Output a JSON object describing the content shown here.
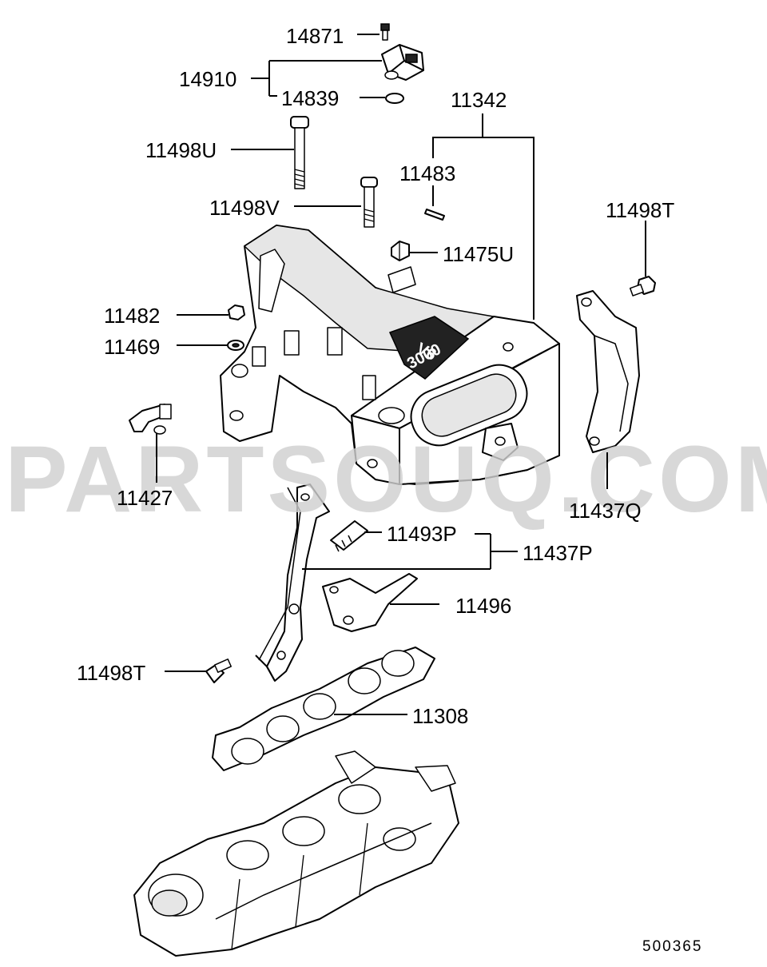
{
  "watermark": "PARTSOUQ.COM",
  "diagram_code": "500365",
  "labels": {
    "p14871": "14871",
    "p14910": "14910",
    "p14839": "14839",
    "p11342": "11342",
    "p11498U": "11498U",
    "p11483": "11483",
    "p11498V": "11498V",
    "p11498T_top": "11498T",
    "p11475U": "11475U",
    "p11482": "11482",
    "p11469": "11469",
    "p11427": "11427",
    "p11437Q": "11437Q",
    "p11493P": "11493P",
    "p11437P": "11437P",
    "p11496": "11496",
    "p11498T_bottom": "11498T",
    "p11308": "11308"
  },
  "manifold_badge": {
    "line1": "V6",
    "line2": "3000"
  }
}
